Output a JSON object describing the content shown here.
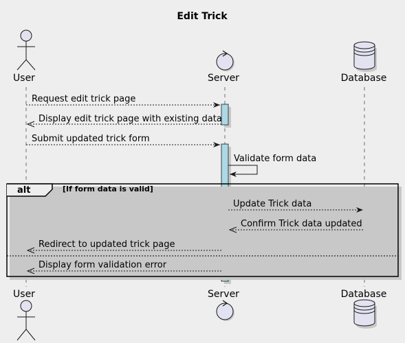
{
  "title": "Edit Trick",
  "colors": {
    "background": "#eeeeee",
    "participant_fill": "#e2e2f0",
    "participant_stroke": "#181818",
    "activation_fill": "#add8e6",
    "shadow": "#c8c8c8",
    "line": "#181818"
  },
  "participants": [
    {
      "id": "user",
      "label": "User",
      "kind": "actor"
    },
    {
      "id": "server",
      "label": "Server",
      "kind": "control"
    },
    {
      "id": "database",
      "label": "Database",
      "kind": "database"
    }
  ],
  "messages": [
    {
      "from": "user",
      "to": "server",
      "label": "Request edit trick page",
      "style": "dashed"
    },
    {
      "from": "server",
      "to": "user",
      "label": "Display edit trick page with existing data",
      "style": "dashed"
    },
    {
      "from": "user",
      "to": "server",
      "label": "Submit updated trick form",
      "style": "dashed"
    },
    {
      "from": "server",
      "to": "server",
      "label": "Validate form data",
      "style": "solid"
    },
    {
      "from": "server",
      "to": "database",
      "label": "Update Trick data",
      "style": "dashed"
    },
    {
      "from": "database",
      "to": "server",
      "label": "Confirm Trick data updated",
      "style": "dashed"
    },
    {
      "from": "server",
      "to": "user",
      "label": "Redirect to updated trick page",
      "style": "dashed"
    },
    {
      "from": "server",
      "to": "user",
      "label": "Display form validation error",
      "style": "dashed"
    }
  ],
  "frame": {
    "keyword": "alt",
    "condition": "[If form data is valid]"
  }
}
